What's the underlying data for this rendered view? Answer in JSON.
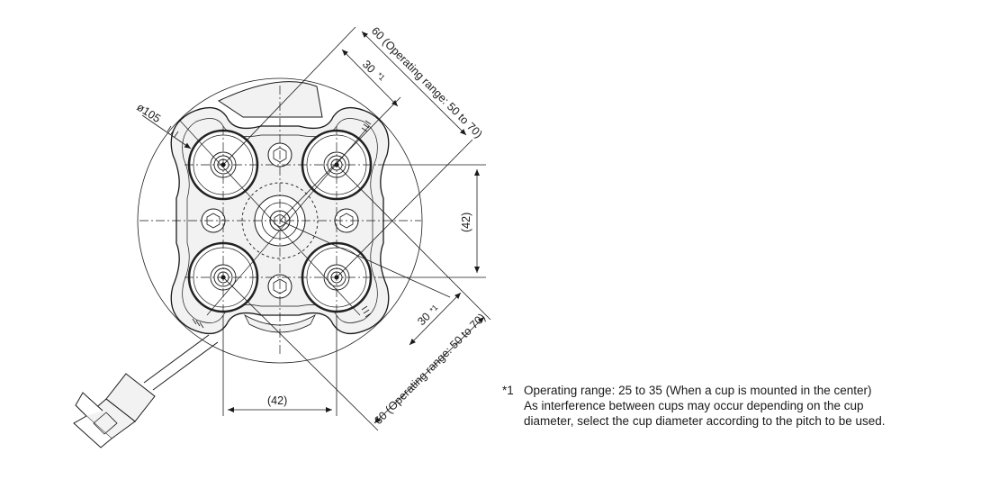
{
  "dimensions": {
    "diameter": "ø105",
    "top_pitch_full": "60 (Operating range: 50 to 70)",
    "top_pitch_half": "30",
    "top_pitch_half_mark": "*1",
    "right_vertical": "(42)",
    "bottom_right_full": "60 (Operating range: 50 to 70)",
    "bottom_right_half": "30",
    "bottom_right_half_mark": "*1",
    "bottom_horizontal": "(42)"
  },
  "note": {
    "mark": "*1",
    "lines": [
      "Operating range: 25 to 35 (When a cup is mounted in the center)",
      "As interference between cups may occur depending on the cup",
      "diameter, select the cup diameter according to the pitch to be used."
    ]
  },
  "colors": {
    "line": "#1a1a1a",
    "body_fill": "#f2f2f2",
    "cup_ring": "#222222"
  }
}
